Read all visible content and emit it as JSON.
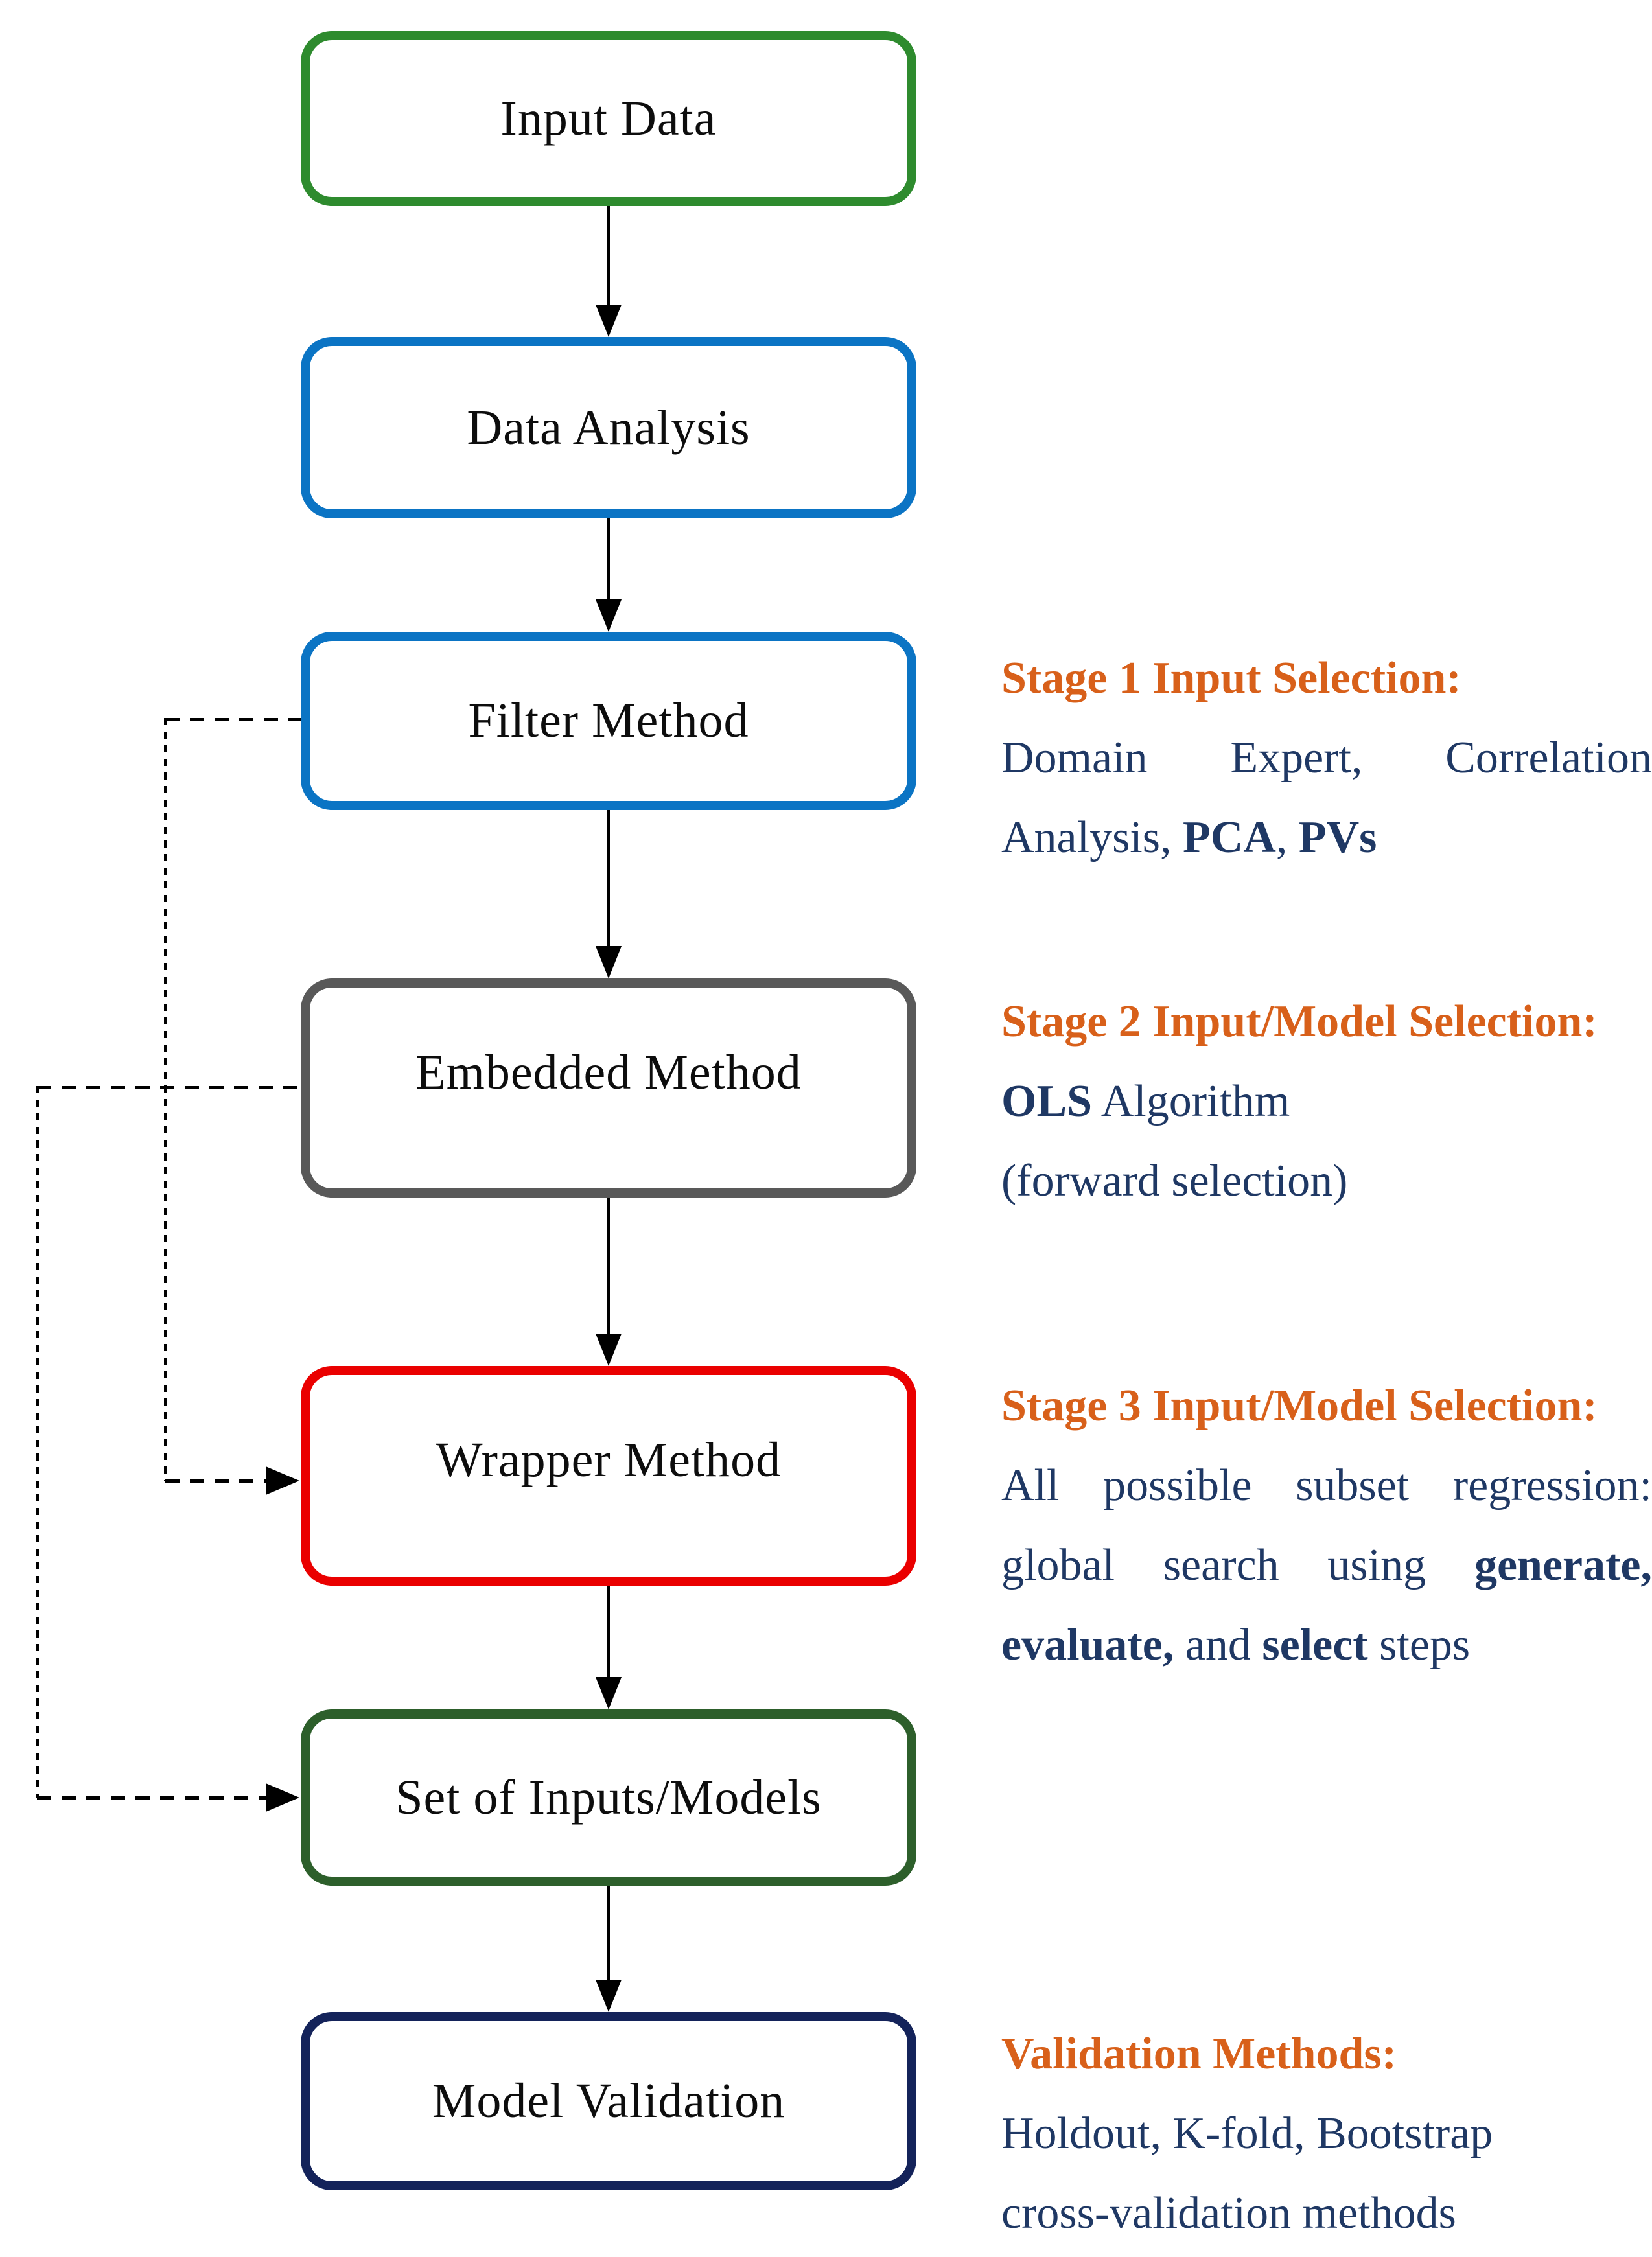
{
  "colors": {
    "heading-orange": "#D8601A",
    "body-navy": "#1F3864",
    "box-label": "#0D0D0D",
    "arrow-black": "#000000",
    "green": "#2E8B2E",
    "blue": "#0B74C4",
    "gray": "#595959",
    "red": "#EA0000",
    "dark-green": "#2D5F2B",
    "navy": "#14235A"
  },
  "flow": {
    "boxes": [
      {
        "label": "Input Data",
        "border_color": "#2E8B2E"
      },
      {
        "label": "Data Analysis",
        "border_color": "#0B74C4"
      },
      {
        "label": "Filter Method",
        "border_color": "#0B74C4"
      },
      {
        "label": "Embedded Method",
        "border_color": "#595959"
      },
      {
        "label": "Wrapper Method",
        "border_color": "#EA0000"
      },
      {
        "label": "Set of Inputs/Models",
        "border_color": "#2D5F2B"
      },
      {
        "label": "Model Validation",
        "border_color": "#14235A"
      }
    ],
    "solid_connections": [
      {
        "from": "Input Data",
        "to": "Data Analysis"
      },
      {
        "from": "Data Analysis",
        "to": "Filter Method"
      },
      {
        "from": "Filter Method",
        "to": "Embedded Method"
      },
      {
        "from": "Embedded Method",
        "to": "Wrapper Method"
      },
      {
        "from": "Wrapper Method",
        "to": "Set of Inputs/Models"
      },
      {
        "from": "Set of Inputs/Models",
        "to": "Model Validation"
      }
    ],
    "dashed_connections": [
      {
        "from": "Filter Method",
        "to": "Wrapper Method"
      },
      {
        "from": "Embedded Method",
        "to": "Set of Inputs/Models"
      }
    ]
  },
  "annotations": [
    {
      "heading": "Stage 1 Input Selection:",
      "lines": [
        {
          "justify": true,
          "segments": [
            {
              "text": "Domain"
            },
            {
              "text": "Expert,"
            },
            {
              "text": "Correlation"
            }
          ]
        },
        {
          "justify": false,
          "segments": [
            {
              "text": "Analysis, "
            },
            {
              "text": "PCA",
              "bold": true
            },
            {
              "text": ", "
            },
            {
              "text": "PVs",
              "bold": true
            }
          ]
        }
      ]
    },
    {
      "heading": "Stage 2 Input/Model Selection:",
      "lines": [
        {
          "justify": false,
          "segments": [
            {
              "text": "OLS",
              "bold": true
            },
            {
              "text": " Algorithm"
            }
          ]
        },
        {
          "justify": false,
          "segments": [
            {
              "text": "(forward selection)"
            }
          ]
        }
      ]
    },
    {
      "heading": "Stage 3 Input/Model Selection:",
      "lines": [
        {
          "justify": true,
          "segments": [
            {
              "text": "All"
            },
            {
              "text": "possible"
            },
            {
              "text": "subset"
            },
            {
              "text": "regression:"
            }
          ]
        },
        {
          "justify": true,
          "segments": [
            {
              "text": "global"
            },
            {
              "text": "search"
            },
            {
              "text": "using"
            },
            {
              "text": "generate,",
              "bold": true
            }
          ]
        },
        {
          "justify": false,
          "segments": [
            {
              "text": "evaluate,",
              "bold": true
            },
            {
              "text": " and "
            },
            {
              "text": "select",
              "bold": true
            },
            {
              "text": " steps"
            }
          ]
        }
      ]
    },
    {
      "heading": "Validation Methods:",
      "lines": [
        {
          "justify": false,
          "segments": [
            {
              "text": "Holdout, K-fold, Bootstrap"
            }
          ]
        },
        {
          "justify": false,
          "segments": [
            {
              "text": "cross-validation methods"
            }
          ]
        }
      ]
    }
  ]
}
